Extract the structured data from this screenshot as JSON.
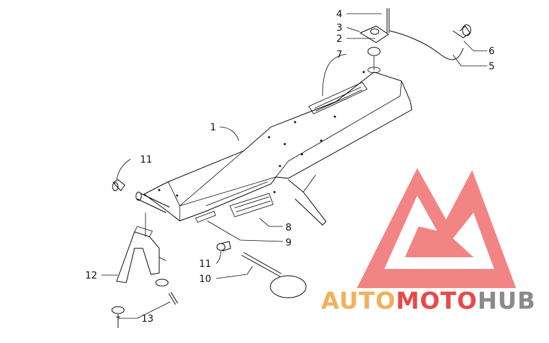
{
  "callouts": {
    "c1": "1",
    "c2": "2",
    "c3": "3",
    "c4": "4",
    "c5": "5",
    "c6": "6",
    "c7": "7",
    "c8": "8",
    "c9": "9",
    "c10": "10",
    "c11a": "11",
    "c11b": "11",
    "c12": "12",
    "c13": "13"
  },
  "watermark": {
    "part1": "AUTO",
    "part2": "MOTO",
    "part3": "HUB",
    "color_orange": "#f2b05a",
    "color_red": "#ea4848",
    "color_gray": "#8a8a8a"
  }
}
